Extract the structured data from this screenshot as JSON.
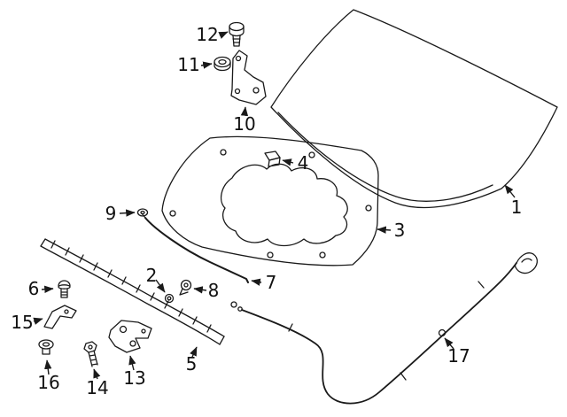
{
  "figure": {
    "background_color": "#ffffff",
    "line_color": "#1a1a1a",
    "callouts": [
      "1",
      "2",
      "3",
      "4",
      "5",
      "6",
      "7",
      "8",
      "9",
      "10",
      "11",
      "12",
      "13",
      "14",
      "15",
      "16",
      "17"
    ]
  }
}
